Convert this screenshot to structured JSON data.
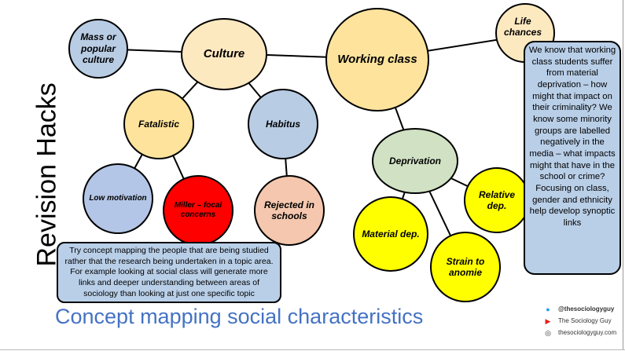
{
  "side_title": "Revision Hacks",
  "title": "Concept mapping social characteristics",
  "nodes": {
    "mass": "Mass or popular culture",
    "culture": "Culture",
    "working": "Working class",
    "life": "Life chances",
    "fatalistic": "Fatalistic",
    "habitus": "Habitus",
    "deprivation": "Deprivation",
    "low": "Low motivation",
    "miller": "Miller – focal concerns",
    "rejected": "Rejected in schools",
    "material": "Material dep.",
    "relative": "Relative dep.",
    "strain": "Strain to anomie"
  },
  "tip_box": "Try concept mapping the people that are being studied rather that the research being undertaken in a topic area. For example looking at social class will generate more links and deeper understanding between areas of sociology than looking at just one specific topic",
  "question_box": "We know that working class students suffer from material deprivation – how might that impact on their criminality? We know some minority groups are labelled negatively in the media – what impacts might that have in the school or crime? Focusing on class, gender and ethnicity help develop synoptic links",
  "social": {
    "twitter": "@thesociologyguy",
    "youtube": "The Sociology Guy",
    "web": "thesociologyguy.com"
  },
  "colors": {
    "blue": "#b8cce4",
    "cream": "#fde9c0",
    "amber": "#fde39c",
    "green": "#d0e2c3",
    "red": "#ff0000",
    "peach": "#f4c7ae",
    "yellow": "#ffff00",
    "title": "#4472c4"
  }
}
